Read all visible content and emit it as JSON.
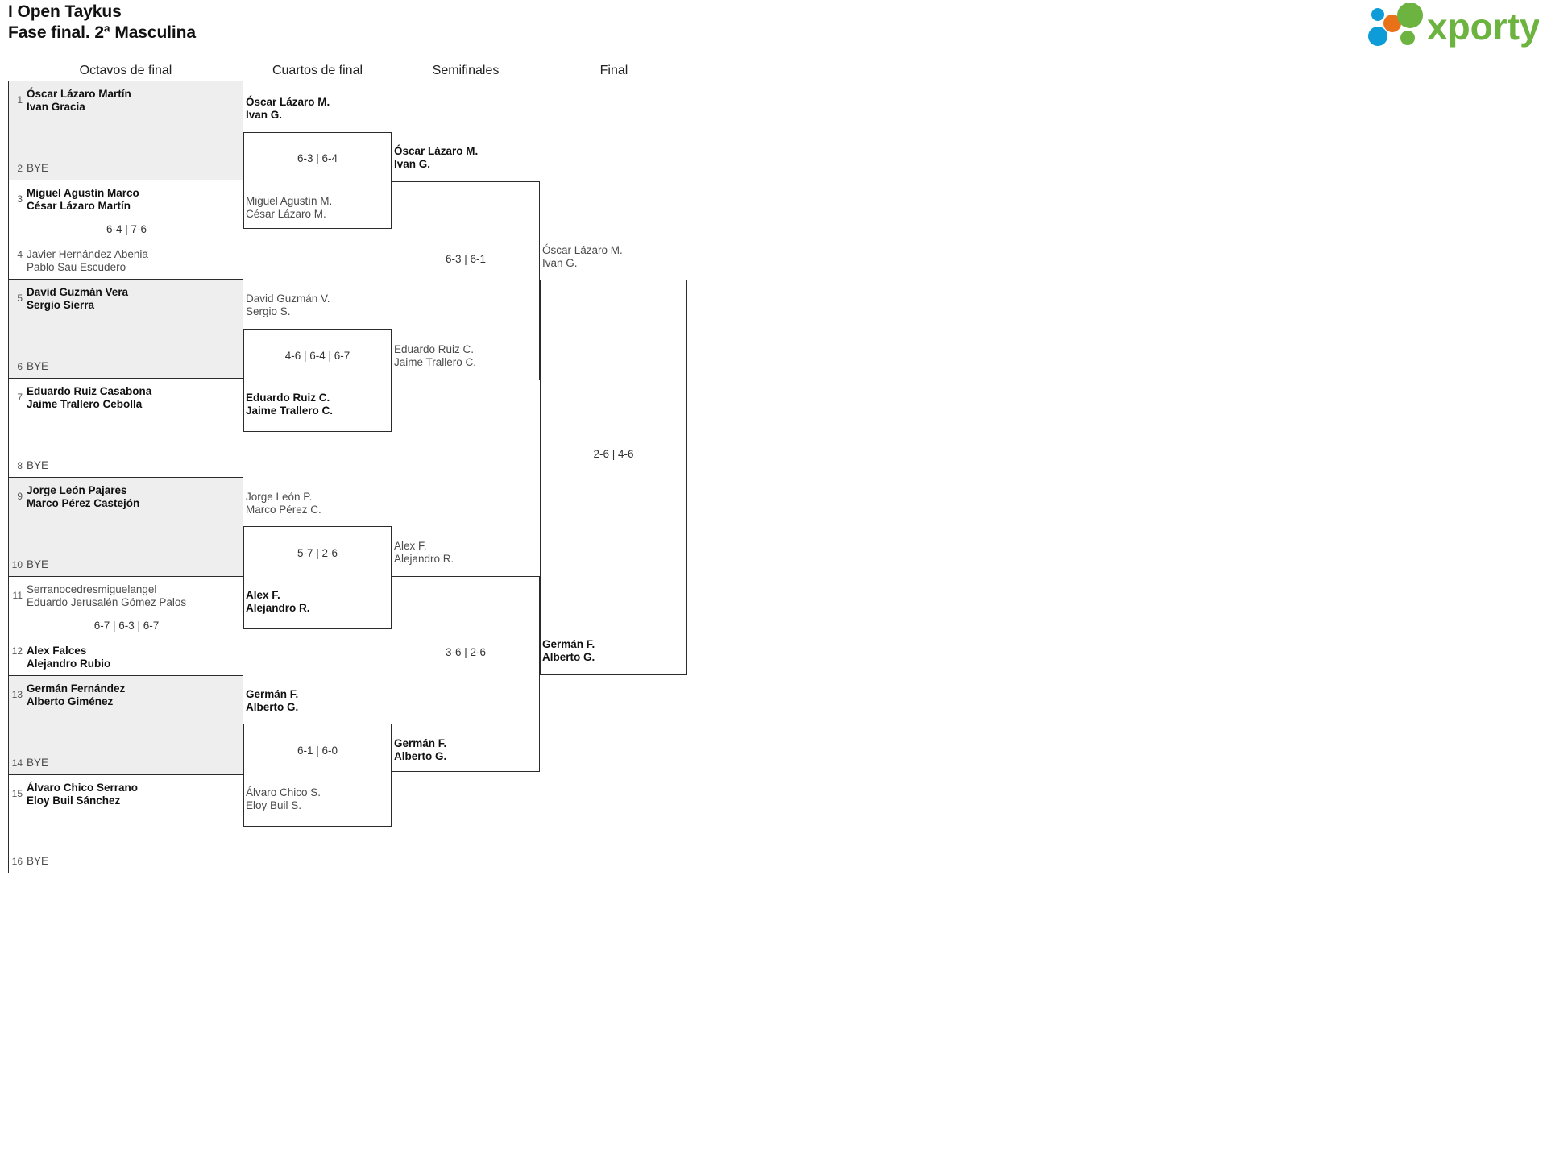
{
  "header": {
    "title_line1": "I Open Taykus",
    "title_line2": "Fase final. 2ª Masculina",
    "logo_text": "xporty",
    "logo_colors": {
      "green": "#6cb33f",
      "blue": "#0e9cd8",
      "orange": "#e8711a"
    }
  },
  "rounds": [
    {
      "key": "r16",
      "label": "Octavos de final"
    },
    {
      "key": "qf",
      "label": "Cuartos de final"
    },
    {
      "key": "sf",
      "label": "Semifinales"
    },
    {
      "key": "f",
      "label": "Final"
    }
  ],
  "r16": [
    {
      "shaded": true,
      "top": {
        "seed": "1",
        "p1": "Óscar Lázaro Martín",
        "p2": "Ivan Gracia",
        "state": "win"
      },
      "bottom": {
        "seed": "2",
        "bye": "BYE"
      },
      "score": ""
    },
    {
      "shaded": false,
      "top": {
        "seed": "3",
        "p1": "Miguel Agustín Marco",
        "p2": "César Lázaro Martín",
        "state": "win"
      },
      "bottom": {
        "seed": "4",
        "p1": "Javier Hernández Abenia",
        "p2": "Pablo Sau Escudero",
        "state": "lose"
      },
      "score": "6-4 | 7-6"
    },
    {
      "shaded": true,
      "top": {
        "seed": "5",
        "p1": "David Guzmán Vera",
        "p2": "Sergio Sierra",
        "state": "win"
      },
      "bottom": {
        "seed": "6",
        "bye": "BYE"
      },
      "score": ""
    },
    {
      "shaded": false,
      "top": {
        "seed": "7",
        "p1": "Eduardo Ruiz Casabona",
        "p2": "Jaime Trallero Cebolla",
        "state": "win"
      },
      "bottom": {
        "seed": "8",
        "bye": "BYE"
      },
      "score": ""
    },
    {
      "shaded": true,
      "top": {
        "seed": "9",
        "p1": "Jorge León Pajares",
        "p2": "Marco Pérez Castejón",
        "state": "win"
      },
      "bottom": {
        "seed": "10",
        "bye": "BYE"
      },
      "score": ""
    },
    {
      "shaded": false,
      "top": {
        "seed": "11",
        "p1": "Serranocedresmiguelangel",
        "p2": "Eduardo Jerusalén Gómez Palos",
        "state": "lose"
      },
      "bottom": {
        "seed": "12",
        "p1": "Alex Falces",
        "p2": "Alejandro Rubio",
        "state": "win"
      },
      "score": "6-7 | 6-3 | 6-7"
    },
    {
      "shaded": true,
      "top": {
        "seed": "13",
        "p1": "Germán Fernández",
        "p2": "Alberto Giménez",
        "state": "win"
      },
      "bottom": {
        "seed": "14",
        "bye": "BYE"
      },
      "score": ""
    },
    {
      "shaded": false,
      "top": {
        "seed": "15",
        "p1": "Álvaro Chico Serrano",
        "p2": "Eloy Buil Sánchez",
        "state": "win"
      },
      "bottom": {
        "seed": "16",
        "bye": "BYE"
      },
      "score": ""
    }
  ],
  "qf": [
    {
      "top": {
        "p1": "Óscar Lázaro M.",
        "p2": "Ivan G.",
        "state": "win"
      },
      "bottom": {
        "p1": "Miguel Agustín M.",
        "p2": "César Lázaro M.",
        "state": "lose"
      },
      "score": "6-3 | 6-4"
    },
    {
      "top": {
        "p1": "David Guzmán V.",
        "p2": "Sergio S.",
        "state": "lose"
      },
      "bottom": {
        "p1": "Eduardo Ruiz C.",
        "p2": "Jaime Trallero C.",
        "state": "win"
      },
      "score": "4-6 | 6-4 | 6-7"
    },
    {
      "top": {
        "p1": "Jorge León P.",
        "p2": "Marco Pérez C.",
        "state": "lose"
      },
      "bottom": {
        "p1": "Alex F.",
        "p2": "Alejandro R.",
        "state": "win"
      },
      "score": "5-7 | 2-6"
    },
    {
      "top": {
        "p1": "Germán F.",
        "p2": "Alberto G.",
        "state": "win"
      },
      "bottom": {
        "p1": "Álvaro Chico S.",
        "p2": "Eloy Buil S.",
        "state": "lose"
      },
      "score": "6-1 | 6-0"
    }
  ],
  "sf": [
    {
      "top": {
        "p1": "Óscar Lázaro M.",
        "p2": "Ivan G.",
        "state": "win"
      },
      "bottom": {
        "p1": "Eduardo Ruiz C.",
        "p2": "Jaime Trallero C.",
        "state": "lose"
      },
      "score": "6-3 | 6-1"
    },
    {
      "top": {
        "p1": "Alex F.",
        "p2": "Alejandro R.",
        "state": "lose"
      },
      "bottom": {
        "p1": "Germán F.",
        "p2": "Alberto G.",
        "state": "win"
      },
      "score": "3-6 | 2-6"
    }
  ],
  "final": {
    "top": {
      "p1": "Óscar Lázaro M.",
      "p2": "Ivan G.",
      "state": "lose"
    },
    "bottom": {
      "p1": "Germán F.",
      "p2": "Alberto G.",
      "state": "win"
    },
    "score": "2-6 | 4-6"
  }
}
